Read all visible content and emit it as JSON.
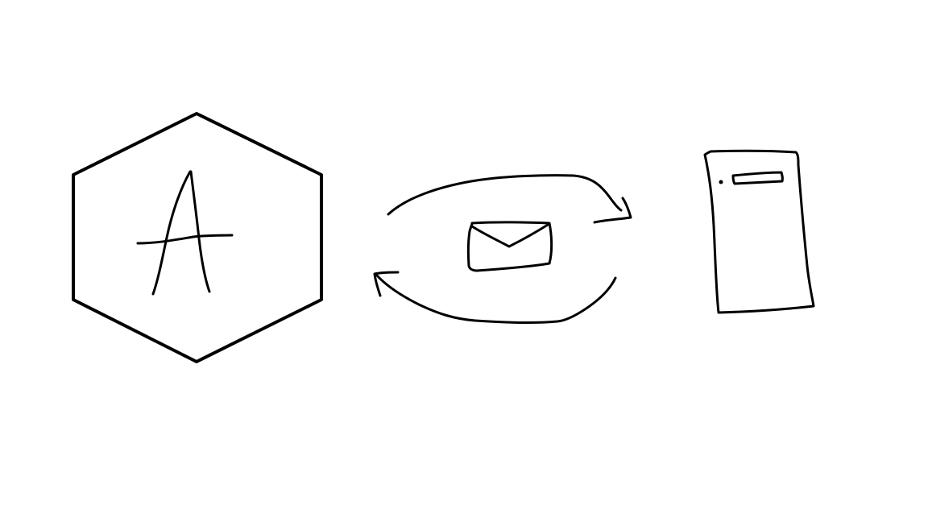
{
  "canvas": {
    "background": "#ffffff",
    "stroke_color": "#000000"
  },
  "diagram": {
    "nodes": [
      {
        "id": "app",
        "shape": "hexagon",
        "icon": "letter-a-glyph",
        "letter": "A"
      },
      {
        "id": "message",
        "shape": "envelope",
        "icon": "envelope-icon"
      },
      {
        "id": "server",
        "shape": "server-tower",
        "icon": "server-icon"
      }
    ],
    "edges": [
      {
        "kind": "arrow",
        "direction": "right",
        "from": "app",
        "to": "server",
        "path": "arc-over"
      },
      {
        "kind": "arrow",
        "direction": "left",
        "from": "server",
        "to": "app",
        "path": "arc-under"
      }
    ]
  }
}
